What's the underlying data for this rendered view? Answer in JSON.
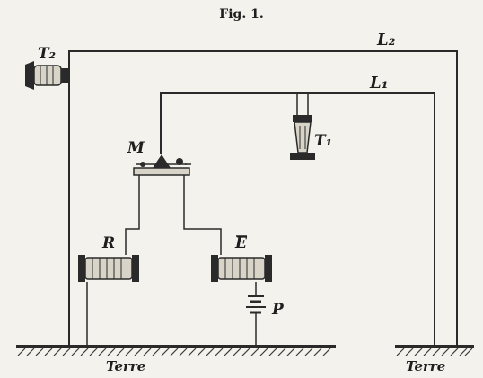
{
  "figure": {
    "title": "Fig. 1.",
    "labels": {
      "line_upper": "L₂",
      "line_lower": "L₁",
      "telephone_receiver": "T₂",
      "telephone_transmitter": "T₁",
      "microphone": "M",
      "coil_r": "R",
      "coil_e": "E",
      "battery": "P",
      "earth_left": "Terre",
      "earth_right": "Terre"
    }
  }
}
